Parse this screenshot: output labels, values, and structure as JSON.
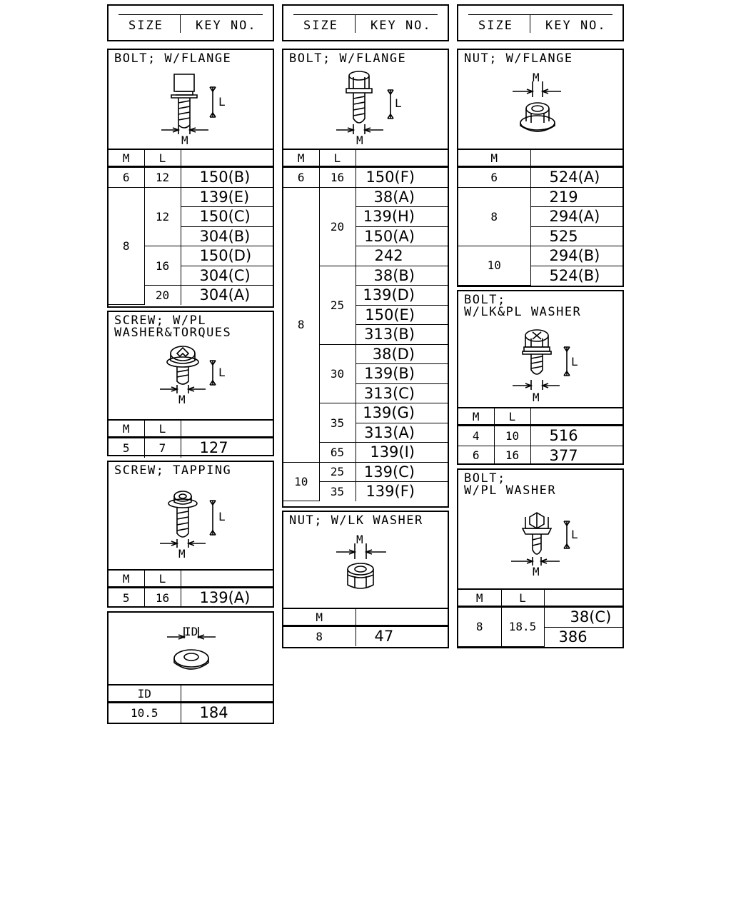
{
  "header": {
    "size_label": "SIZE",
    "key_label": "KEY NO."
  },
  "columns": {
    "m": "M",
    "l": "L",
    "id": "ID"
  },
  "fig_labels": {
    "m": "M",
    "l": "L",
    "id": "ID"
  },
  "left": {
    "bolt_flange": {
      "title": "BOLT; W/FLANGE",
      "rows": [
        {
          "m": "6",
          "l": "12",
          "key": "150(B)"
        },
        {
          "m": "8",
          "l": "12",
          "key": "139(E)"
        },
        {
          "key": "150(C)"
        },
        {
          "key": "304(B)"
        },
        {
          "l": "16",
          "key": "150(D)"
        },
        {
          "key": "304(C)"
        },
        {
          "l": "20",
          "key": "304(A)"
        }
      ]
    },
    "screw_torques": {
      "title": "SCREW; W/PL\nWASHER&TORQUES",
      "rows": [
        {
          "m": "5",
          "l": "7",
          "key": "127"
        }
      ]
    },
    "screw_tapping": {
      "title": "SCREW; TAPPING",
      "rows": [
        {
          "m": "5",
          "l": "16",
          "key": "139(A)"
        }
      ]
    },
    "washer": {
      "rows": [
        {
          "id": "10.5",
          "key": "184"
        }
      ]
    }
  },
  "middle": {
    "bolt_flange": {
      "title": "BOLT; W/FLANGE",
      "rows": [
        {
          "m": "6",
          "l": "16",
          "key": "150(F)"
        },
        {
          "m": "8",
          "l": "20",
          "key": "38(A)"
        },
        {
          "key": "139(H)"
        },
        {
          "key": "150(A)"
        },
        {
          "key": "242"
        },
        {
          "l": "25",
          "key": "38(B)"
        },
        {
          "key": "139(D)"
        },
        {
          "key": "150(E)"
        },
        {
          "key": "313(B)"
        },
        {
          "l": "30",
          "key": "38(D)"
        },
        {
          "key": "139(B)"
        },
        {
          "key": "313(C)"
        },
        {
          "l": "35",
          "key": "139(G)"
        },
        {
          "key": "313(A)"
        },
        {
          "l": "65",
          "key": "139(I)"
        },
        {
          "m": "10",
          "l": "25",
          "key": "139(C)"
        },
        {
          "l": "35",
          "key": "139(F)"
        }
      ]
    },
    "nut_lk_washer": {
      "title": "NUT; W/LK WASHER",
      "rows": [
        {
          "m": "8",
          "key": "47"
        }
      ]
    }
  },
  "right": {
    "nut_flange": {
      "title": "NUT; W/FLANGE",
      "rows": [
        {
          "m": "6",
          "key": "524(A)"
        },
        {
          "m": "8",
          "key": "219"
        },
        {
          "key": "294(A)"
        },
        {
          "key": "525"
        },
        {
          "m": "10",
          "key": "294(B)"
        },
        {
          "key": "524(B)"
        }
      ]
    },
    "bolt_lk_pl": {
      "title": "BOLT;\nW/LK&PL WASHER",
      "rows": [
        {
          "m": "4",
          "l": "10",
          "key": "516"
        },
        {
          "m": "6",
          "l": "16",
          "key": "377"
        }
      ]
    },
    "bolt_pl": {
      "title": "BOLT;\nW/PL WASHER",
      "rows": [
        {
          "m": "8",
          "l": "18.5",
          "key": "38(C)"
        },
        {
          "key": "386"
        }
      ]
    }
  }
}
